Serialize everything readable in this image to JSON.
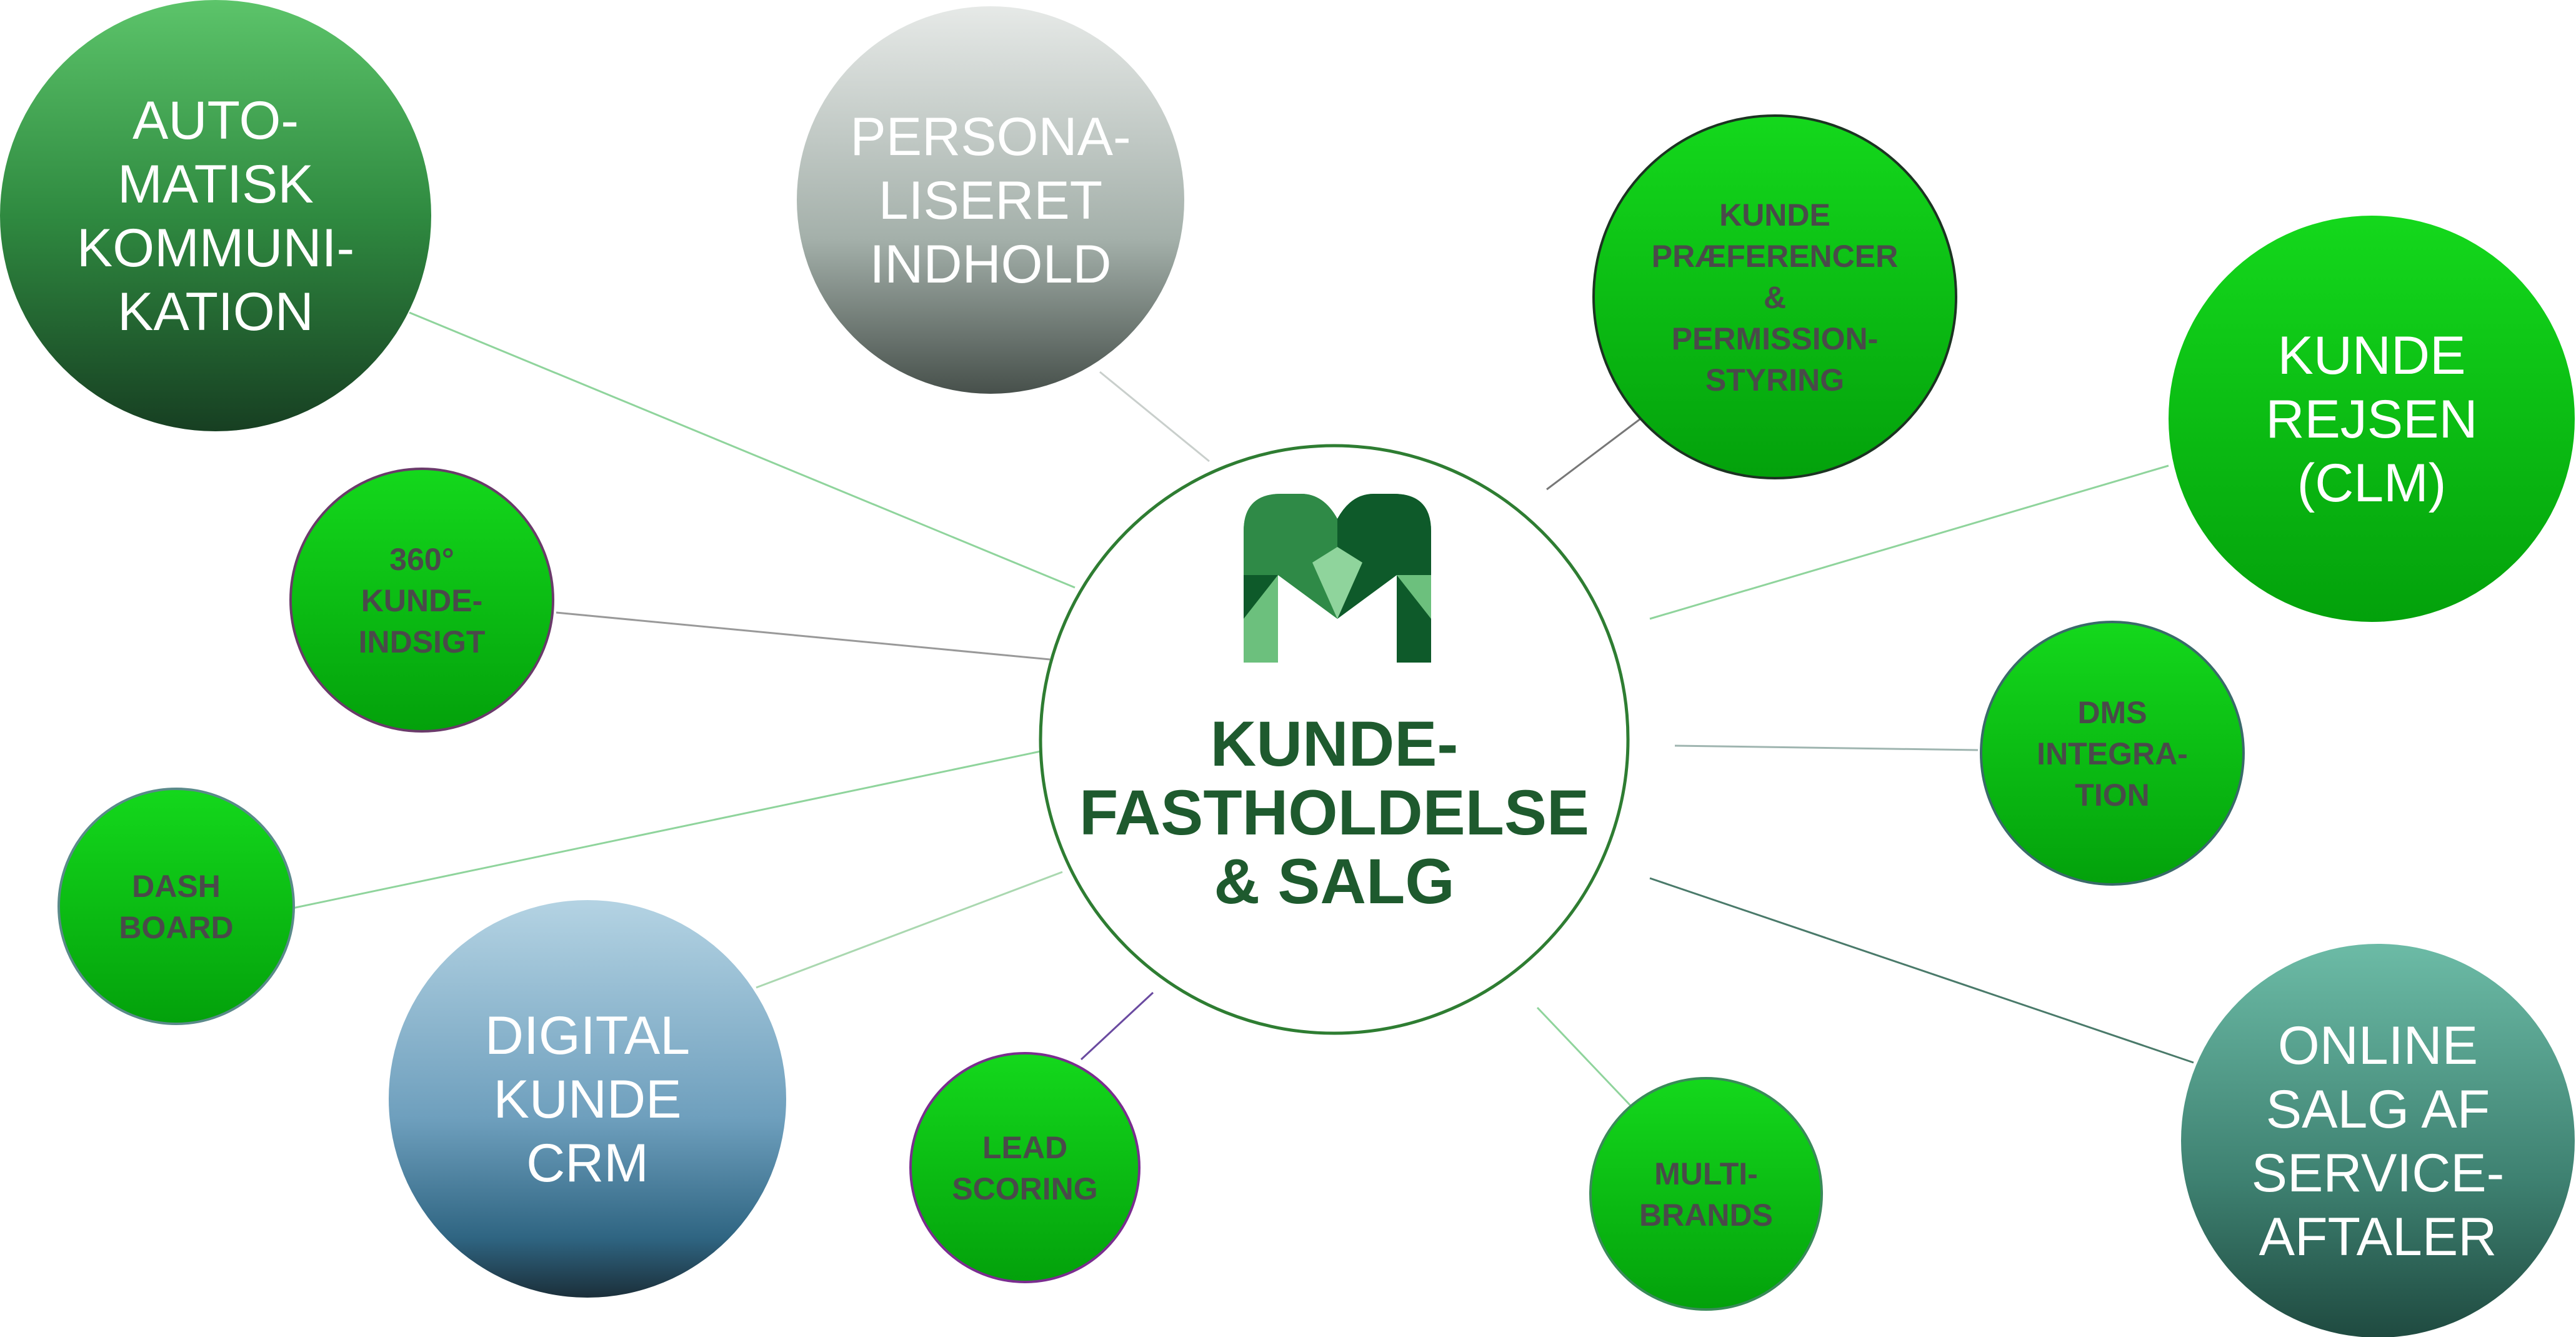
{
  "hub": {
    "lines": [
      "KUNDE-",
      "FASTHOLDELSE",
      "& SALG"
    ],
    "logo": "m-logo-icon",
    "border_color": "#2e7d32"
  },
  "nodes": [
    {
      "id": "auto-kommunikation",
      "lines": [
        "AUTO-",
        "MATISK",
        "KOMMUNI-",
        "KATION"
      ],
      "style": "big",
      "fill": "dark-green"
    },
    {
      "id": "personaliseret-indhold",
      "lines": [
        "PERSONA-",
        "LISERET",
        "INDHOLD"
      ],
      "style": "big",
      "fill": "grey"
    },
    {
      "id": "kunde-praeferencer",
      "lines": [
        "KUNDE",
        "PRÆFERENCER",
        "&",
        "PERMISSION-",
        "STYRING"
      ],
      "style": "small",
      "fill": "bright-green"
    },
    {
      "id": "kunde-rejsen",
      "lines": [
        "KUNDE",
        "REJSEN",
        "(CLM)"
      ],
      "style": "big",
      "fill": "bright-green"
    },
    {
      "id": "kunde-indsigt",
      "lines": [
        "360°",
        "KUNDE-",
        "INDSIGT"
      ],
      "style": "small",
      "fill": "bright-green"
    },
    {
      "id": "dms-integration",
      "lines": [
        "DMS",
        "INTEGRA-",
        "TION"
      ],
      "style": "small",
      "fill": "bright-green"
    },
    {
      "id": "dashboard",
      "lines": [
        "DASH",
        "BOARD"
      ],
      "style": "small",
      "fill": "bright-green"
    },
    {
      "id": "digital-kunde-crm",
      "lines": [
        "DIGITAL",
        "KUNDE",
        "CRM"
      ],
      "style": "big",
      "fill": "blue"
    },
    {
      "id": "lead-scoring",
      "lines": [
        "LEAD",
        "SCORING"
      ],
      "style": "small",
      "fill": "bright-green"
    },
    {
      "id": "multi-brands",
      "lines": [
        "MULTI-",
        "BRANDS"
      ],
      "style": "small",
      "fill": "bright-green"
    },
    {
      "id": "online-salg",
      "lines": [
        "ONLINE",
        "SALG AF",
        "SERVICE-",
        "AFTALER"
      ],
      "style": "big",
      "fill": "teal"
    }
  ]
}
